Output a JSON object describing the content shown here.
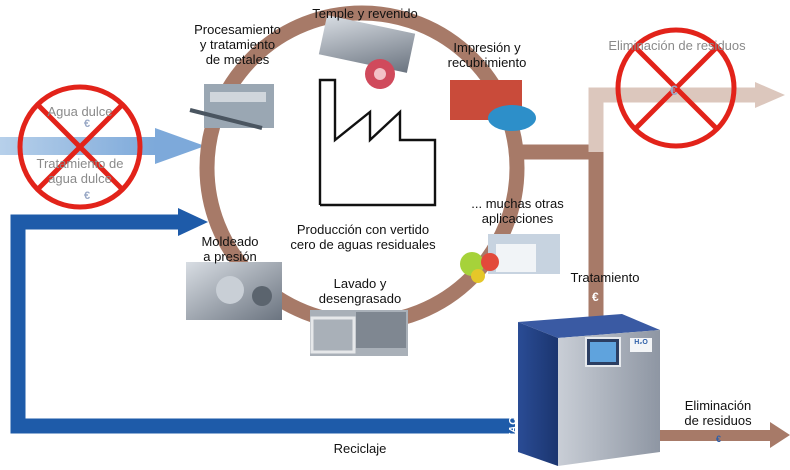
{
  "center": {
    "line1": "Producción con vertido",
    "line2": "cero de aguas residuales"
  },
  "processes": {
    "temple": "Temple y revenido",
    "procesamiento": [
      "Procesamiento",
      "y tratamiento",
      "de metales"
    ],
    "impresion": [
      "Impresión y",
      "recubrimiento"
    ],
    "otras": [
      "... muchas otras",
      "aplicaciones"
    ],
    "moldeado": [
      "Moldeado",
      "a presión"
    ],
    "lavado": [
      "Lavado y",
      "desengrasado"
    ]
  },
  "flows": {
    "agua_dulce": "Agua dulce",
    "tratamiento_agua": [
      "Tratamiento de",
      "agua dulce"
    ],
    "eliminacion_top": "Eliminación de residuos",
    "tratamiento": "Tratamiento",
    "eliminacion_bottom": [
      "Eliminación",
      "de residuos"
    ],
    "reciclaje": "Reciclaje"
  },
  "currency_symbol": "€",
  "machine": {
    "brand": "VACUDEST®",
    "panel_logo": "H₂O"
  },
  "colors": {
    "brown_arrow": "#a77a68",
    "brown_arrow_faded": "#dcc7bd",
    "blue_recycle": "#1e5ba9",
    "blue_light": "#8fb5df",
    "cross_red": "#e2231a",
    "machine_blue": "#1f3f8a"
  },
  "icons": [
    "factory-icon",
    "forbidden-cross-icon",
    "vacudest-machine"
  ]
}
